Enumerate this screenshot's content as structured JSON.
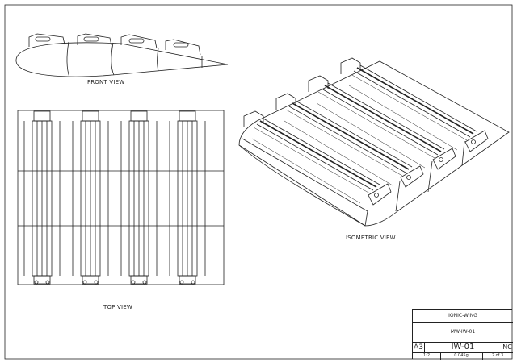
{
  "views": {
    "front": "FRONT VIEW",
    "top": "TOP VIEW",
    "isometric": "ISOMETRIC VIEW"
  },
  "title_block": {
    "title": "IONIC-WING",
    "drawing_name": "MW-IW-01",
    "size": "A3",
    "dwg_no": "IW-01",
    "rev": "NC",
    "scale": "1:2",
    "weight": "0.045g",
    "sheet": "2 of 3"
  }
}
